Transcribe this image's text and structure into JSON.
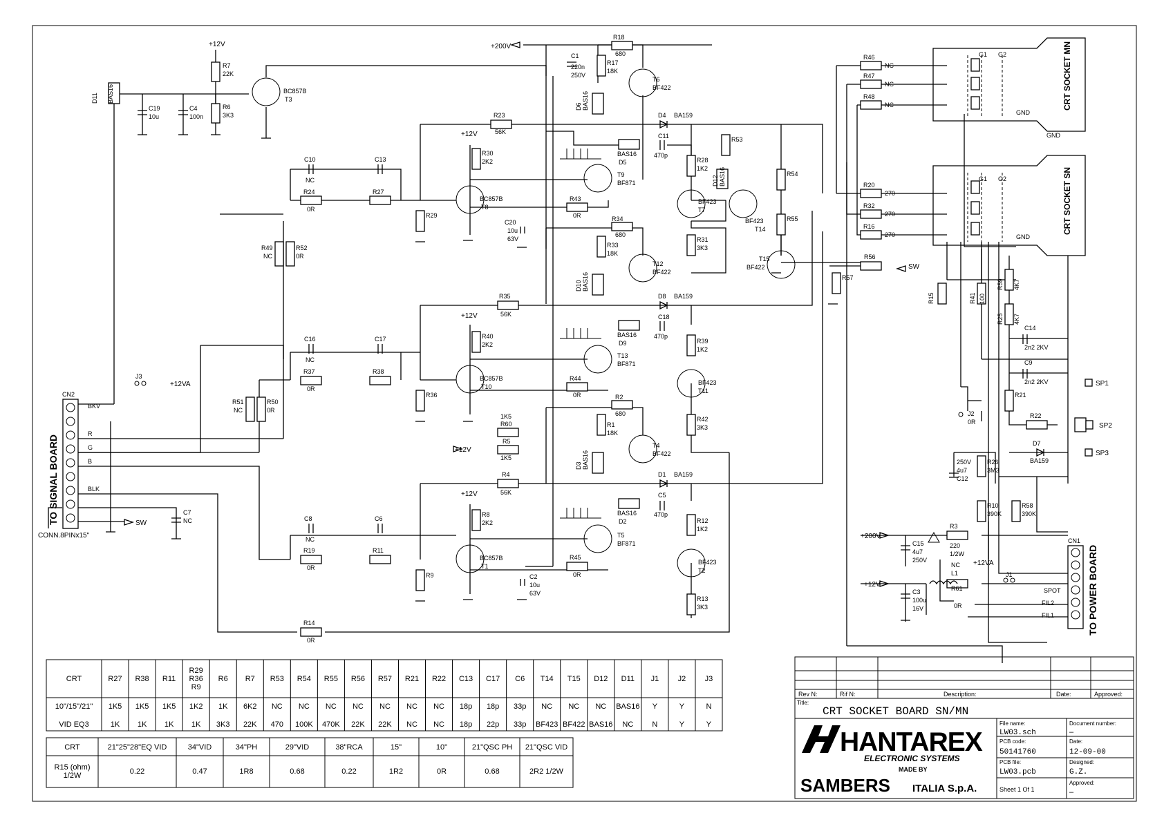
{
  "title_block": {
    "rev_label": "Rev N:",
    "rif_label": "Rif N:",
    "desc_label": "Description:",
    "date_label": "Date:",
    "approved_label": "Approved:",
    "title_label": "Title:",
    "title": "CRT SOCKET BOARD SN/MN",
    "logo": "HANTAREX",
    "logo_sub": "ELECTRONIC SYSTEMS",
    "made_by": "MADE BY",
    "maker": "SAMBERS",
    "maker_sub": "ITALIA S.p.A.",
    "file_name_label": "File name:",
    "file_name": "LW03.sch",
    "doc_number_label": "Document number:",
    "doc_number": "–",
    "pcb_code_label": "PCB code:",
    "pcb_code": "50141760",
    "date_field_label": "Date:",
    "date": "12-09-00",
    "pcb_file_label": "PCB file:",
    "pcb_file": "LW03.pcb",
    "designed_label": "Designed:",
    "designed": "G.Z.",
    "sheet": "Sheet 1  Of 1",
    "approved2_label": "Approved:",
    "approved2": "–"
  },
  "table1": {
    "header": [
      "CRT",
      "R27",
      "R38",
      "R11",
      "R29\nR36\nR9",
      "R6",
      "R7",
      "R53",
      "R54",
      "R55",
      "R56",
      "R57",
      "R21",
      "R22",
      "C13",
      "C17",
      "C6",
      "T14",
      "T15",
      "D12",
      "D11",
      "J1",
      "J2",
      "J3"
    ],
    "rows": [
      [
        "10\"/15\"/21\"",
        "1K5",
        "1K5",
        "1K5",
        "1K2",
        "1K",
        "6K2",
        "NC",
        "NC",
        "NC",
        "NC",
        "NC",
        "NC",
        "NC",
        "18p",
        "18p",
        "33p",
        "NC",
        "NC",
        "NC",
        "BAS16",
        "Y",
        "Y",
        "N"
      ],
      [
        "VID EQ3",
        "1K",
        "1K",
        "1K",
        "1K",
        "3K3",
        "22K",
        "470",
        "100K",
        "470K",
        "22K",
        "22K",
        "NC",
        "NC",
        "18p",
        "22p",
        "33p",
        "BF423",
        "BF422",
        "BAS16",
        "NC",
        "N",
        "Y",
        "Y"
      ]
    ]
  },
  "table2": {
    "header": [
      "CRT",
      "21\"25\"28\"EQ VID",
      "34\"VID",
      "34\"PH",
      "29\"VID",
      "38\"RCA",
      "15\"",
      "10\"",
      "21\"QSC PH",
      "21\"QSC VID"
    ],
    "row_label": "R15 (ohm)\n1/2W",
    "row": [
      "0.22",
      "0.47",
      "1R8",
      "0.68",
      "0.22",
      "1R2",
      "0R",
      "0.68",
      "2R2 1/2W"
    ]
  },
  "connectors": {
    "cn2_name": "CN2",
    "cn2_side": "TO SIGNAL BOARD",
    "cn2_pins": [
      "BKV",
      "",
      "R",
      "G",
      "B",
      "",
      "BLK",
      "",
      ""
    ],
    "cn2_desc": "CONN.8PINx15\"",
    "cn1_name": "CN1",
    "cn1_side": "TO POWER BOARD",
    "cn1_pins": [
      "",
      "",
      "",
      "SPOT",
      "FIL2",
      "FIL1"
    ],
    "socket_mn": "CRT SOCKET MN",
    "socket_sn": "CRT SOCKET SN"
  },
  "labels": {
    "v200": "+200V",
    "v12": "+12V",
    "v12va": "+12VA",
    "sw": "SW",
    "gnd": "GND",
    "sp1": "SP1",
    "sp2": "SP2",
    "sp3": "SP3"
  },
  "parts": [
    {
      "id": "D11",
      "text": "D11"
    },
    {
      "id": "BAS16a",
      "text": "BAS16"
    },
    {
      "id": "C19",
      "text": "C19"
    },
    {
      "id": "C19v",
      "text": "10u"
    },
    {
      "id": "C4",
      "text": "C4"
    },
    {
      "id": "C4v",
      "text": "100n"
    },
    {
      "id": "R7",
      "text": "R7"
    },
    {
      "id": "R7v",
      "text": "22K"
    },
    {
      "id": "R6",
      "text": "R6"
    },
    {
      "id": "R6v",
      "text": "3K3"
    },
    {
      "id": "T3t",
      "text": "BC857B"
    },
    {
      "id": "T3",
      "text": "T3"
    },
    {
      "id": "R18",
      "text": "R18"
    },
    {
      "id": "R18v",
      "text": "680"
    },
    {
      "id": "C1",
      "text": "C1"
    },
    {
      "id": "C1v",
      "text": "220n"
    },
    {
      "id": "C1v2",
      "text": "250V"
    },
    {
      "id": "R17",
      "text": "R17"
    },
    {
      "id": "R17v",
      "text": "18K"
    },
    {
      "id": "T6",
      "text": "T6"
    },
    {
      "id": "T6t",
      "text": "BF422"
    },
    {
      "id": "D6",
      "text": "D6"
    },
    {
      "id": "D6t",
      "text": "BAS16"
    },
    {
      "id": "R23",
      "text": "R23"
    },
    {
      "id": "R23v",
      "text": "56K"
    },
    {
      "id": "D4",
      "text": "D4"
    },
    {
      "id": "D4t",
      "text": "BA159"
    },
    {
      "id": "R30",
      "text": "R30"
    },
    {
      "id": "R30v",
      "text": "2K2"
    },
    {
      "id": "D5t",
      "text": "BAS16"
    },
    {
      "id": "D5",
      "text": "D5"
    },
    {
      "id": "C11",
      "text": "C11"
    },
    {
      "id": "C11v",
      "text": "470p"
    },
    {
      "id": "R53",
      "text": "R53"
    },
    {
      "id": "R28",
      "text": "R28"
    },
    {
      "id": "R28v",
      "text": "1K2"
    },
    {
      "id": "D12",
      "text": "D12"
    },
    {
      "id": "D12t",
      "text": "BAS16"
    },
    {
      "id": "R54",
      "text": "R54"
    },
    {
      "id": "C10",
      "text": "C10"
    },
    {
      "id": "C10v",
      "text": "NC"
    },
    {
      "id": "C13",
      "text": "C13"
    },
    {
      "id": "R24",
      "text": "R24"
    },
    {
      "id": "R24v",
      "text": "0R"
    },
    {
      "id": "R27",
      "text": "R27"
    },
    {
      "id": "T8t",
      "text": "BC857B"
    },
    {
      "id": "T8",
      "text": "T8"
    },
    {
      "id": "T9",
      "text": "T9"
    },
    {
      "id": "T9t",
      "text": "BF871"
    },
    {
      "id": "R43",
      "text": "R43"
    },
    {
      "id": "R43v",
      "text": "0R"
    },
    {
      "id": "T7t",
      "text": "BF423"
    },
    {
      "id": "T7",
      "text": "T7"
    },
    {
      "id": "T14t",
      "text": "BF423"
    },
    {
      "id": "T14",
      "text": "T14"
    },
    {
      "id": "R29",
      "text": "R29"
    },
    {
      "id": "C20",
      "text": "C20"
    },
    {
      "id": "C20v",
      "text": "10u"
    },
    {
      "id": "C20v2",
      "text": "63V"
    },
    {
      "id": "R34",
      "text": "R34"
    },
    {
      "id": "R34v",
      "text": "680"
    },
    {
      "id": "R31",
      "text": "R31"
    },
    {
      "id": "R31v",
      "text": "3K3"
    },
    {
      "id": "R55",
      "text": "R55"
    },
    {
      "id": "R49",
      "text": "R49"
    },
    {
      "id": "R49v",
      "text": "NC"
    },
    {
      "id": "R52",
      "text": "R52"
    },
    {
      "id": "R52v",
      "text": "0R"
    },
    {
      "id": "R33",
      "text": "R33"
    },
    {
      "id": "R33v",
      "text": "18K"
    },
    {
      "id": "T12",
      "text": "T12"
    },
    {
      "id": "T12t",
      "text": "BF422"
    },
    {
      "id": "T15",
      "text": "T15"
    },
    {
      "id": "T15t",
      "text": "BF422"
    },
    {
      "id": "R56",
      "text": "R56"
    },
    {
      "id": "R57",
      "text": "R57"
    },
    {
      "id": "D10",
      "text": "D10"
    },
    {
      "id": "D10t",
      "text": "BAS16"
    },
    {
      "id": "R35",
      "text": "R35"
    },
    {
      "id": "R35v",
      "text": "56K"
    },
    {
      "id": "D8",
      "text": "D8"
    },
    {
      "id": "D8t",
      "text": "BA159"
    },
    {
      "id": "R40",
      "text": "R40"
    },
    {
      "id": "R40v",
      "text": "2K2"
    },
    {
      "id": "D9t",
      "text": "BAS16"
    },
    {
      "id": "D9",
      "text": "D9"
    },
    {
      "id": "C18",
      "text": "C18"
    },
    {
      "id": "C18v",
      "text": "470p"
    },
    {
      "id": "R39",
      "text": "R39"
    },
    {
      "id": "R39v",
      "text": "1K2"
    },
    {
      "id": "C16",
      "text": "C16"
    },
    {
      "id": "C16v",
      "text": "NC"
    },
    {
      "id": "C17",
      "text": "C17"
    },
    {
      "id": "R37",
      "text": "R37"
    },
    {
      "id": "R37v",
      "text": "0R"
    },
    {
      "id": "R38",
      "text": "R38"
    },
    {
      "id": "T13",
      "text": "T13"
    },
    {
      "id": "T13t",
      "text": "BF871"
    },
    {
      "id": "T10t",
      "text": "BC857B"
    },
    {
      "id": "T10",
      "text": "T10"
    },
    {
      "id": "T11t",
      "text": "BF423"
    },
    {
      "id": "T11",
      "text": "T11"
    },
    {
      "id": "R44",
      "text": "R44"
    },
    {
      "id": "R44v",
      "text": "0R"
    },
    {
      "id": "R51",
      "text": "R51"
    },
    {
      "id": "R51v",
      "text": "NC"
    },
    {
      "id": "R50",
      "text": "R50"
    },
    {
      "id": "R50v",
      "text": "0R"
    },
    {
      "id": "R36",
      "text": "R36"
    },
    {
      "id": "R2",
      "text": "R2"
    },
    {
      "id": "R2v",
      "text": "680"
    },
    {
      "id": "R1",
      "text": "R1"
    },
    {
      "id": "R1v",
      "text": "18K"
    },
    {
      "id": "R42",
      "text": "R42"
    },
    {
      "id": "R42v",
      "text": "3K3"
    },
    {
      "id": "R60v",
      "text": "1K5"
    },
    {
      "id": "R60",
      "text": "R60"
    },
    {
      "id": "R5",
      "text": "R5"
    },
    {
      "id": "R5v",
      "text": "1K5"
    },
    {
      "id": "T4",
      "text": "T4"
    },
    {
      "id": "T4t",
      "text": "BF422"
    },
    {
      "id": "D3",
      "text": "D3"
    },
    {
      "id": "D3t",
      "text": "BAS16"
    },
    {
      "id": "R4",
      "text": "R4"
    },
    {
      "id": "R4v",
      "text": "56K"
    },
    {
      "id": "D1",
      "text": "D1"
    },
    {
      "id": "D1t",
      "text": "BA159"
    },
    {
      "id": "R8",
      "text": "R8"
    },
    {
      "id": "R8v",
      "text": "2K2"
    },
    {
      "id": "D2t",
      "text": "BAS16"
    },
    {
      "id": "D2",
      "text": "D2"
    },
    {
      "id": "C5",
      "text": "C5"
    },
    {
      "id": "C5v",
      "text": "470p"
    },
    {
      "id": "R12",
      "text": "R12"
    },
    {
      "id": "R12v",
      "text": "1K2"
    },
    {
      "id": "C8",
      "text": "C8"
    },
    {
      "id": "C8v",
      "text": "NC"
    },
    {
      "id": "C6",
      "text": "C6"
    },
    {
      "id": "R19",
      "text": "R19"
    },
    {
      "id": "R19v",
      "text": "0R"
    },
    {
      "id": "R11",
      "text": "R11"
    },
    {
      "id": "T5",
      "text": "T5"
    },
    {
      "id": "T5t",
      "text": "BF871"
    },
    {
      "id": "T1t",
      "text": "BC857B"
    },
    {
      "id": "T1",
      "text": "T1"
    },
    {
      "id": "T2t",
      "text": "BF423"
    },
    {
      "id": "T2",
      "text": "T2"
    },
    {
      "id": "R45",
      "text": "R45"
    },
    {
      "id": "R45v",
      "text": "0R"
    },
    {
      "id": "C2",
      "text": "C2"
    },
    {
      "id": "C2v",
      "text": "10u"
    },
    {
      "id": "C2v2",
      "text": "63V"
    },
    {
      "id": "R9",
      "text": "R9"
    },
    {
      "id": "R13",
      "text": "R13"
    },
    {
      "id": "R13v",
      "text": "3K3"
    },
    {
      "id": "R14",
      "text": "R14"
    },
    {
      "id": "R14v",
      "text": "0R"
    },
    {
      "id": "C7",
      "text": "C7"
    },
    {
      "id": "C7v",
      "text": "NC"
    },
    {
      "id": "J3",
      "text": "J3"
    },
    {
      "id": "R46",
      "text": "R46"
    },
    {
      "id": "R46v",
      "text": "NC"
    },
    {
      "id": "R47",
      "text": "R47"
    },
    {
      "id": "R47v",
      "text": "NC"
    },
    {
      "id": "R48",
      "text": "R48"
    },
    {
      "id": "R48v",
      "text": "NC"
    },
    {
      "id": "R20",
      "text": "R20"
    },
    {
      "id": "R20v",
      "text": "270"
    },
    {
      "id": "R32",
      "text": "R32"
    },
    {
      "id": "R32v",
      "text": "270"
    },
    {
      "id": "R16",
      "text": "R16"
    },
    {
      "id": "R16v",
      "text": "270"
    },
    {
      "id": "R15",
      "text": "R15"
    },
    {
      "id": "R41",
      "text": "R41"
    },
    {
      "id": "R41v",
      "text": "100"
    },
    {
      "id": "R59",
      "text": "R59"
    },
    {
      "id": "R59v",
      "text": "4K7"
    },
    {
      "id": "R25",
      "text": "R25"
    },
    {
      "id": "R25v",
      "text": "4K7"
    },
    {
      "id": "C14",
      "text": "C14"
    },
    {
      "id": "C14v",
      "text": "2n2  2KV"
    },
    {
      "id": "C9",
      "text": "C9"
    },
    {
      "id": "C9v",
      "text": "2n2  2KV"
    },
    {
      "id": "R21",
      "text": "R21"
    },
    {
      "id": "R22",
      "text": "R22"
    },
    {
      "id": "J2",
      "text": "J2"
    },
    {
      "id": "J2v",
      "text": "0R"
    },
    {
      "id": "D7",
      "text": "D7"
    },
    {
      "id": "D7t",
      "text": "BA159"
    },
    {
      "id": "C12v",
      "text": "250V"
    },
    {
      "id": "C12v2",
      "text": "4u7"
    },
    {
      "id": "C12",
      "text": "C12"
    },
    {
      "id": "R26",
      "text": "R26"
    },
    {
      "id": "R26v",
      "text": "3M3"
    },
    {
      "id": "R10",
      "text": "R10"
    },
    {
      "id": "R10v",
      "text": "390K"
    },
    {
      "id": "R58",
      "text": "R58"
    },
    {
      "id": "R58v",
      "text": "390K"
    },
    {
      "id": "R3",
      "text": "R3"
    },
    {
      "id": "R3v",
      "text": "220"
    },
    {
      "id": "R3v2",
      "text": "1/2W"
    },
    {
      "id": "C15",
      "text": "C15"
    },
    {
      "id": "C15v",
      "text": "4u7"
    },
    {
      "id": "C15v2",
      "text": "250V"
    },
    {
      "id": "L1nc",
      "text": "NC"
    },
    {
      "id": "L1",
      "text": "L1"
    },
    {
      "id": "R61",
      "text": "R61"
    },
    {
      "id": "R61v",
      "text": "0R"
    },
    {
      "id": "J1",
      "text": "J1"
    },
    {
      "id": "C3",
      "text": "C3"
    },
    {
      "id": "C3v",
      "text": "100u"
    },
    {
      "id": "C3v2",
      "text": "16V"
    },
    {
      "id": "G1a",
      "text": "G1"
    },
    {
      "id": "G2a",
      "text": "G2"
    },
    {
      "id": "G1b",
      "text": "G1"
    },
    {
      "id": "G2b",
      "text": "G2"
    },
    {
      "id": "GNDa",
      "text": "GND"
    },
    {
      "id": "GNDb",
      "text": "GND"
    },
    {
      "id": "GNDc",
      "text": "GND"
    }
  ]
}
